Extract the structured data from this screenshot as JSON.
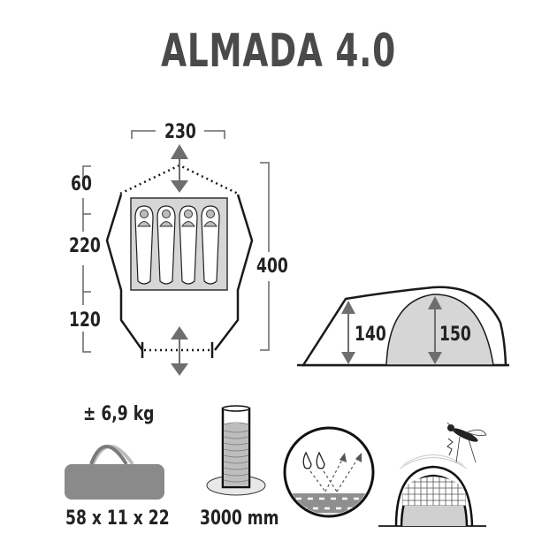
{
  "title": "ALMADA 4.0",
  "floor_plan": {
    "width_label": "230",
    "vestibule_front_label": "60",
    "inner_length_label": "220",
    "vestibule_rear_label": "120",
    "total_length_label": "400",
    "sleeping_places": 4
  },
  "side_view": {
    "vestibule_height_label": "140",
    "inner_height_label": "150"
  },
  "specs": {
    "weight": "± 6,9 kg",
    "pack_size": "58 x 11 x 22",
    "water_column": "3000 mm"
  },
  "features": {
    "breathable_icon": "breathable-membrane-icon",
    "mosquito_net_icon": "mosquito-net-icon"
  },
  "colors": {
    "title": "#4a4a4a",
    "text": "#222222",
    "line": "#1a1a1a",
    "arrow": "#6e6e6e",
    "fill_light": "#d6d6d6",
    "fill_bag": "#8a8a8a"
  }
}
